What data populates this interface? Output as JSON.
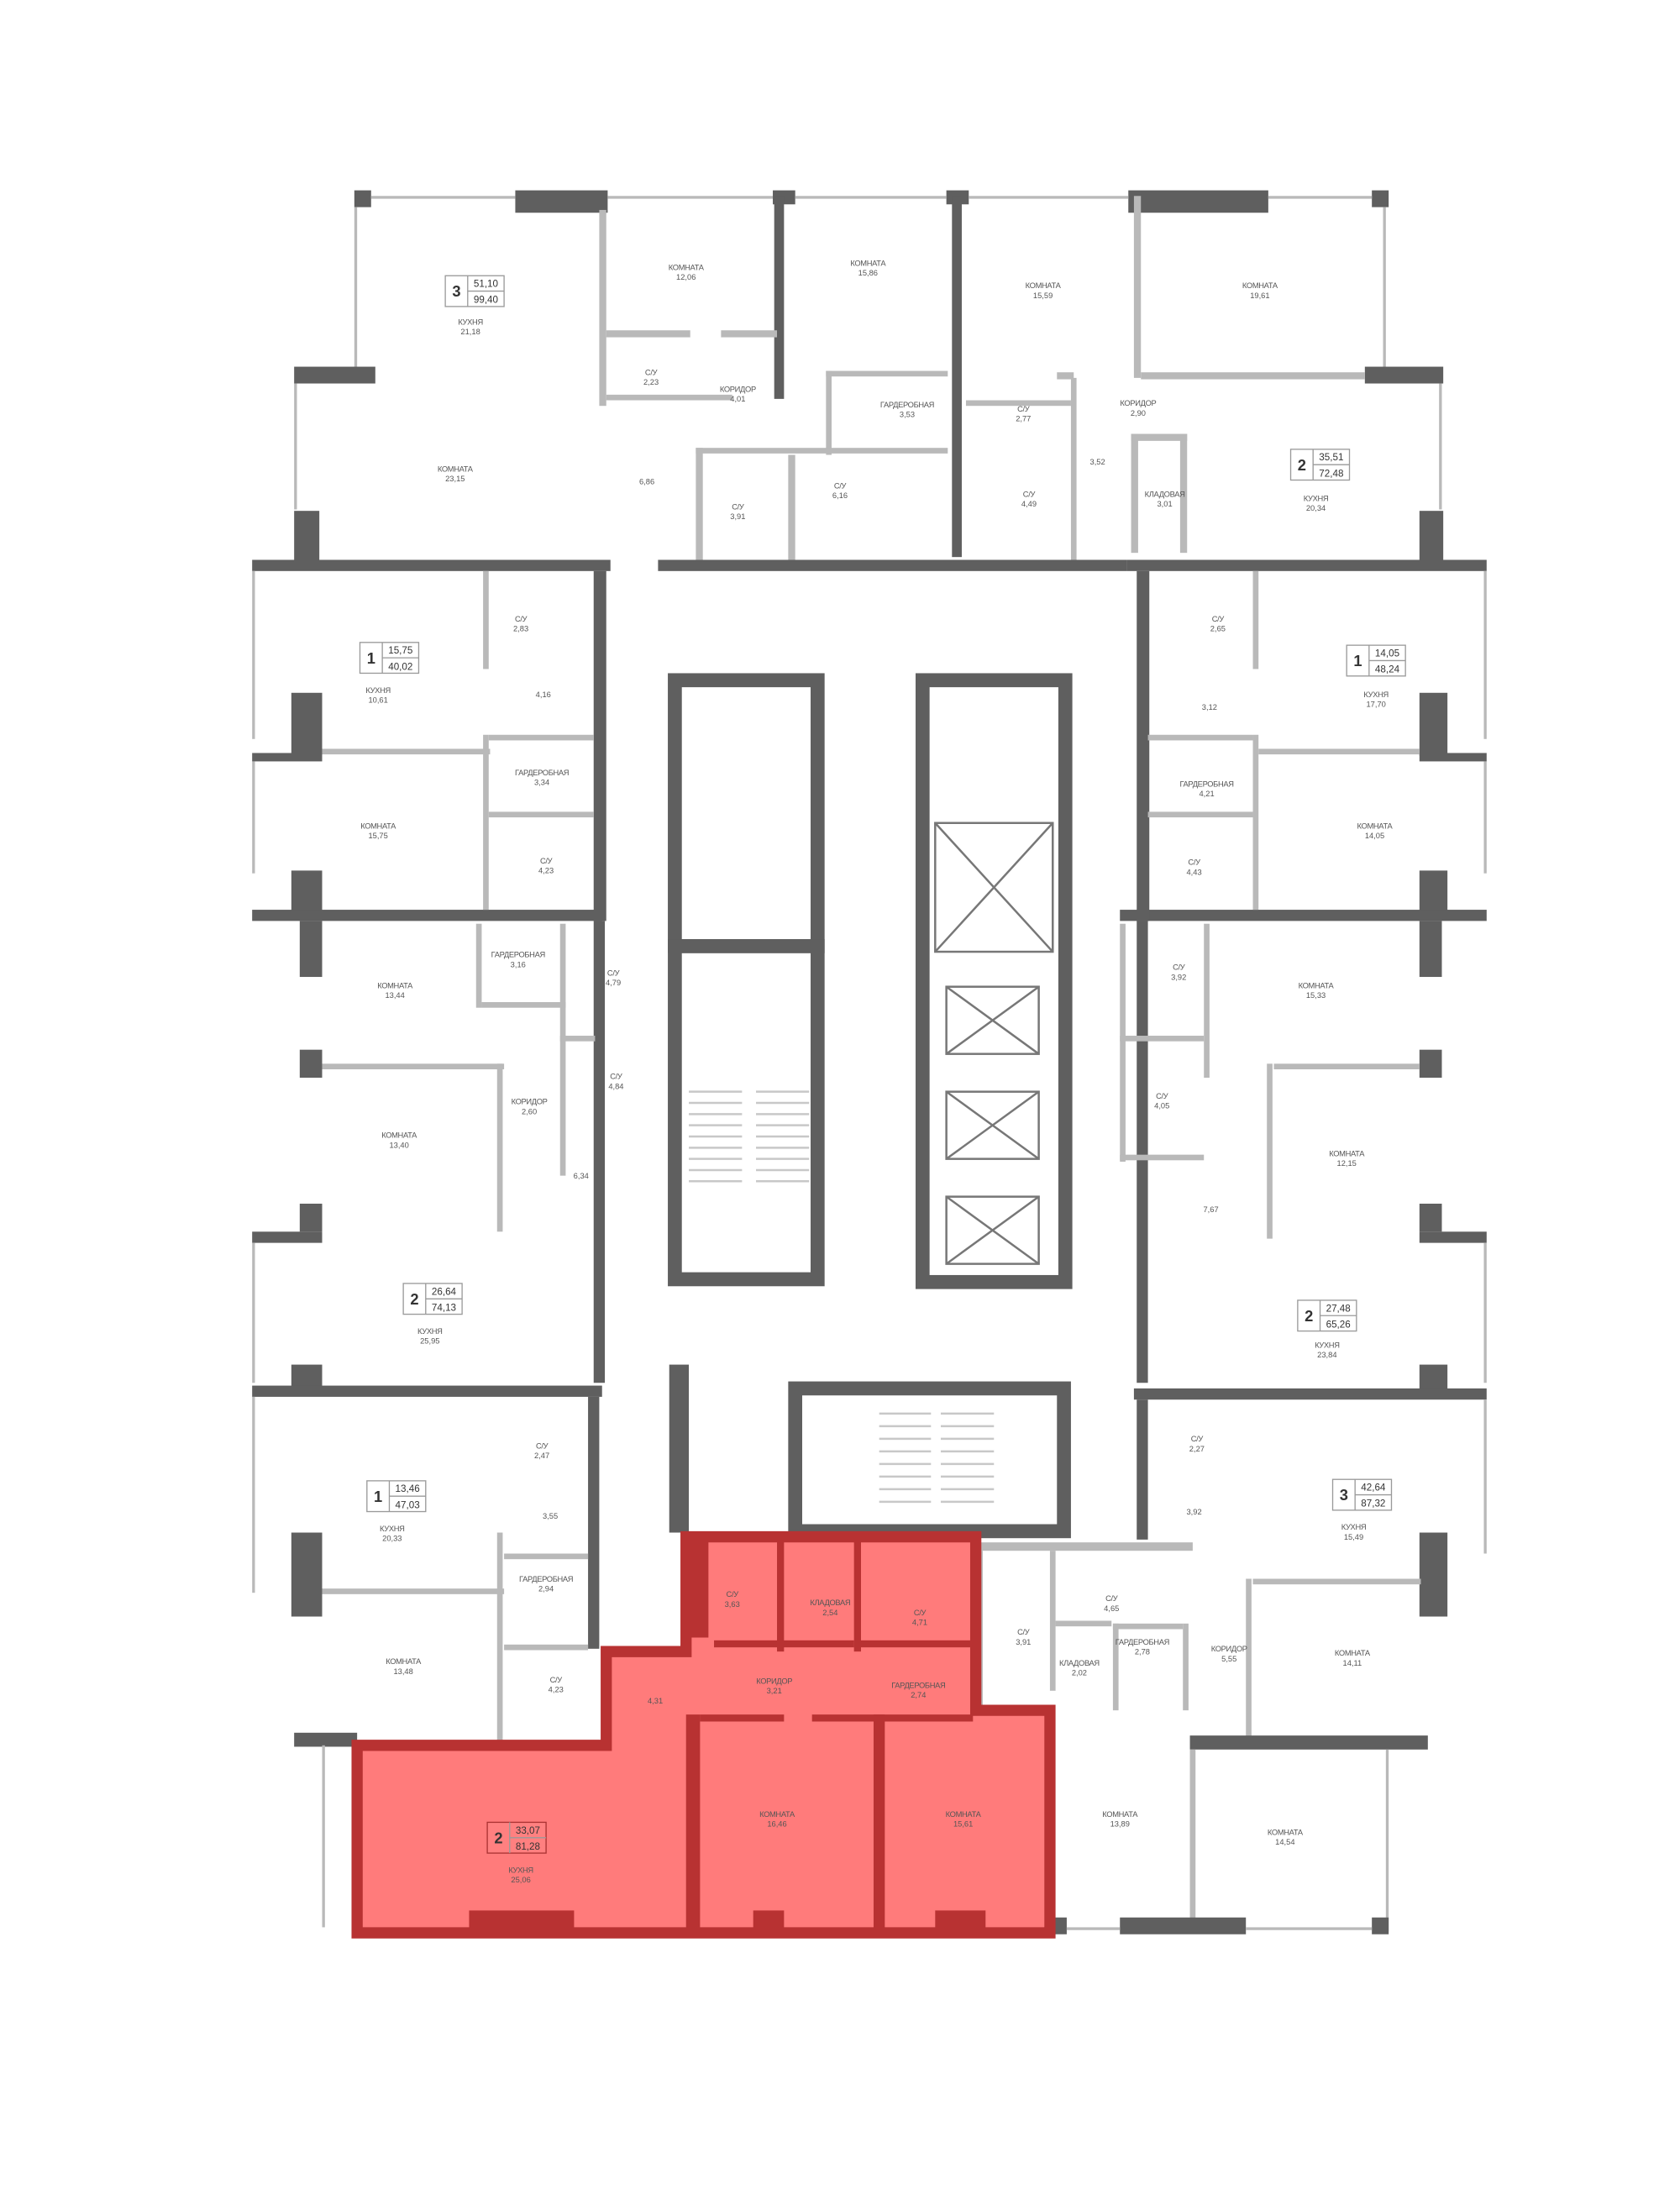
{
  "plan": {
    "highlight_color": "#ff7b7b",
    "highlight_border_color": "#b83232",
    "wall_color": "#5f5f5f",
    "partition_color": "#b9b9b9"
  },
  "apartments": [
    {
      "id": "apt-3-top-left",
      "rooms_count": "3",
      "living_area": "51,10",
      "total_area": "99,40",
      "highlighted": false,
      "rooms": [
        {
          "name": "КУХНЯ",
          "area": "21,18"
        },
        {
          "name": "КОМНАТА",
          "area": "23,15"
        },
        {
          "name": "",
          "area": "6,86"
        },
        {
          "name": "КОМНАТА",
          "area": "12,06"
        },
        {
          "name": "С/У",
          "area": "2,23"
        },
        {
          "name": "КОРИДОР",
          "area": "4,01"
        },
        {
          "name": "КОМНАТА",
          "area": "15,86"
        },
        {
          "name": "ГАРДЕРОБНАЯ",
          "area": "3,53"
        },
        {
          "name": "С/У",
          "area": "3,91"
        },
        {
          "name": "С/У",
          "area": "6,16"
        }
      ]
    },
    {
      "id": "apt-2-top-right",
      "rooms_count": "2",
      "living_area": "35,51",
      "total_area": "72,48",
      "highlighted": false,
      "rooms": [
        {
          "name": "КОМНАТА",
          "area": "15,59"
        },
        {
          "name": "КОМНАТА",
          "area": "19,61"
        },
        {
          "name": "С/У",
          "area": "2,77"
        },
        {
          "name": "КОРИДОР",
          "area": "2,90"
        },
        {
          "name": "",
          "area": "3,52"
        },
        {
          "name": "С/У",
          "area": "4,49"
        },
        {
          "name": "КЛАДОВАЯ",
          "area": "3,01"
        },
        {
          "name": "КУХНЯ",
          "area": "20,34"
        }
      ]
    },
    {
      "id": "apt-1-left-upper",
      "rooms_count": "1",
      "living_area": "15,75",
      "total_area": "40,02",
      "highlighted": false,
      "rooms": [
        {
          "name": "КУХНЯ",
          "area": "10,61"
        },
        {
          "name": "С/У",
          "area": "2,83"
        },
        {
          "name": "",
          "area": "4,16"
        },
        {
          "name": "ГАРДЕРОБНАЯ",
          "area": "3,34"
        },
        {
          "name": "КОМНАТА",
          "area": "15,75"
        },
        {
          "name": "С/У",
          "area": "4,23"
        }
      ]
    },
    {
      "id": "apt-1-right-upper",
      "rooms_count": "1",
      "living_area": "14,05",
      "total_area": "48,24",
      "highlighted": false,
      "rooms": [
        {
          "name": "С/У",
          "area": "2,65"
        },
        {
          "name": "КУХНЯ",
          "area": "17,70"
        },
        {
          "name": "",
          "area": "3,12"
        },
        {
          "name": "ГАРДЕРОБНАЯ",
          "area": "4,21"
        },
        {
          "name": "С/У",
          "area": "4,43"
        },
        {
          "name": "КОМНАТА",
          "area": "14,05"
        }
      ]
    },
    {
      "id": "apt-2-left-middle",
      "rooms_count": "2",
      "living_area": "26,64",
      "total_area": "74,13",
      "highlighted": false,
      "rooms": [
        {
          "name": "ГАРДЕРОБНАЯ",
          "area": "3,16"
        },
        {
          "name": "С/У",
          "area": "4,79"
        },
        {
          "name": "КОМНАТА",
          "area": "13,44"
        },
        {
          "name": "С/У",
          "area": "4,84"
        },
        {
          "name": "КОРИДОР",
          "area": "2,60"
        },
        {
          "name": "КОМНАТА",
          "area": "13,40"
        },
        {
          "name": "",
          "area": "6,34"
        },
        {
          "name": "КУХНЯ",
          "area": "25,95"
        }
      ]
    },
    {
      "id": "apt-2-right-middle",
      "rooms_count": "2",
      "living_area": "27,48",
      "total_area": "65,26",
      "highlighted": false,
      "rooms": [
        {
          "name": "С/У",
          "area": "3,92"
        },
        {
          "name": "КОМНАТА",
          "area": "15,33"
        },
        {
          "name": "С/У",
          "area": "4,05"
        },
        {
          "name": "КОМНАТА",
          "area": "12,15"
        },
        {
          "name": "",
          "area": "7,67"
        },
        {
          "name": "КУХНЯ",
          "area": "23,84"
        }
      ]
    },
    {
      "id": "apt-1-left-lower",
      "rooms_count": "1",
      "living_area": "13,46",
      "total_area": "47,03",
      "highlighted": false,
      "rooms": [
        {
          "name": "С/У",
          "area": "2,47"
        },
        {
          "name": "КУХНЯ",
          "area": "20,33"
        },
        {
          "name": "",
          "area": "3,55"
        },
        {
          "name": "ГАРДЕРОБНАЯ",
          "area": "2,94"
        },
        {
          "name": "КОМНАТА",
          "area": "13,48"
        },
        {
          "name": "С/У",
          "area": "4,23"
        }
      ]
    },
    {
      "id": "apt-3-right-lower",
      "rooms_count": "3",
      "living_area": "42,64",
      "total_area": "87,32",
      "highlighted": false,
      "rooms": [
        {
          "name": "С/У",
          "area": "2,27"
        },
        {
          "name": "",
          "area": "3,92"
        },
        {
          "name": "КУХНЯ",
          "area": "15,49"
        },
        {
          "name": "С/У",
          "area": "4,65"
        },
        {
          "name": "С/У",
          "area": "3,91"
        },
        {
          "name": "КЛАДОВАЯ",
          "area": "2,02"
        },
        {
          "name": "ГАРДЕРОБНАЯ",
          "area": "2,78"
        },
        {
          "name": "КОРИДОР",
          "area": "5,55"
        },
        {
          "name": "КОМНАТА",
          "area": "14,11"
        },
        {
          "name": "КОМНАТА",
          "area": "13,89"
        },
        {
          "name": "КОМНАТА",
          "area": "14,54"
        }
      ]
    },
    {
      "id": "apt-2-highlighted",
      "rooms_count": "2",
      "living_area": "33,07",
      "total_area": "81,28",
      "highlighted": true,
      "rooms": [
        {
          "name": "С/У",
          "area": "3,63"
        },
        {
          "name": "КЛАДОВАЯ",
          "area": "2,54"
        },
        {
          "name": "С/У",
          "area": "4,71"
        },
        {
          "name": "",
          "area": "4,31"
        },
        {
          "name": "КОРИДОР",
          "area": "3,21"
        },
        {
          "name": "ГАРДЕРОБНАЯ",
          "area": "2,74"
        },
        {
          "name": "КОМНАТА",
          "area": "16,46"
        },
        {
          "name": "КОМНАТА",
          "area": "15,61"
        },
        {
          "name": "КУХНЯ",
          "area": "25,06"
        }
      ]
    }
  ]
}
